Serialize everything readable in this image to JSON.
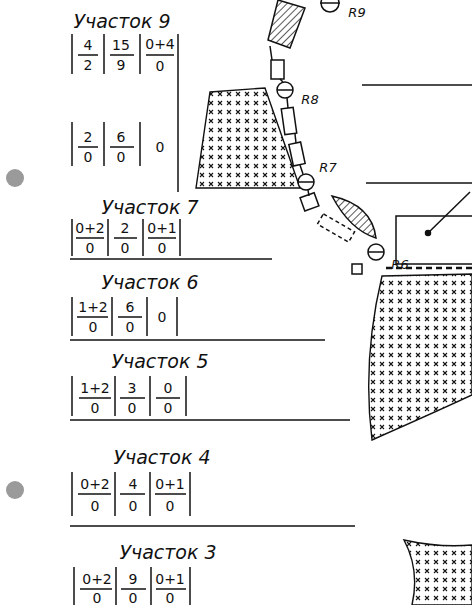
{
  "diagram": {
    "labels": [
      "Участок 9",
      "4",
      "2",
      "15",
      "9",
      "0+4",
      "0",
      "2",
      "0",
      "6",
      "0",
      "0",
      "Участок 7",
      "0+2",
      "0",
      "2",
      "0",
      "0+1",
      "0",
      "Участок 6",
      "1+2",
      "0",
      "6",
      "0",
      "0",
      "Участок 5",
      "1+2",
      "0",
      "3",
      "0",
      "0",
      "0",
      "Участок 4",
      "0+2",
      "0",
      "4",
      "0",
      "0+1",
      "0",
      "Участок 3",
      "0+2",
      "0",
      "9",
      "0",
      "0+1",
      "0",
      "R9",
      "R8",
      "R7",
      "R6"
    ]
  }
}
